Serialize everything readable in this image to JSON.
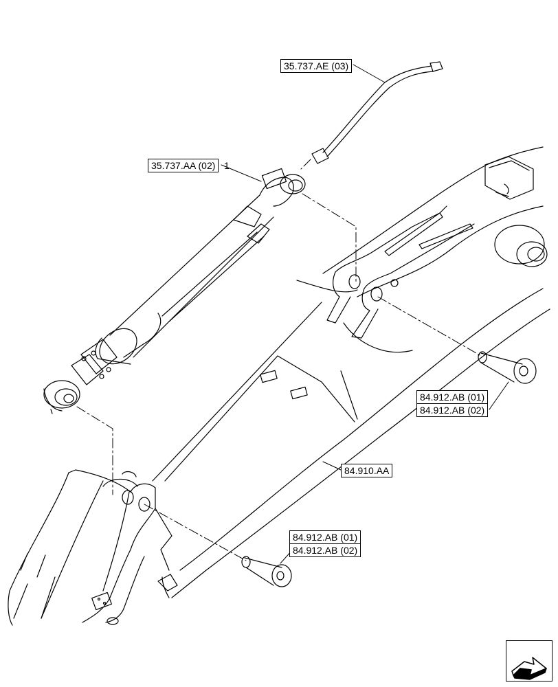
{
  "callouts": {
    "hose_ref": "35.737.AE (03)",
    "cylinder_ref": "35.737.AA (02)",
    "cylinder_item": "1",
    "pin_upper_1": "84.912.AB (01)",
    "pin_upper_2": "84.912.AB (02)",
    "boom_ref": "84.910.AA",
    "pin_lower_1": "84.912.AB (01)",
    "pin_lower_2": "84.912.AB (02)"
  },
  "icons": {
    "navigation": "arrow-forward-icon"
  },
  "colors": {
    "line": "#000000",
    "background": "#ffffff"
  }
}
